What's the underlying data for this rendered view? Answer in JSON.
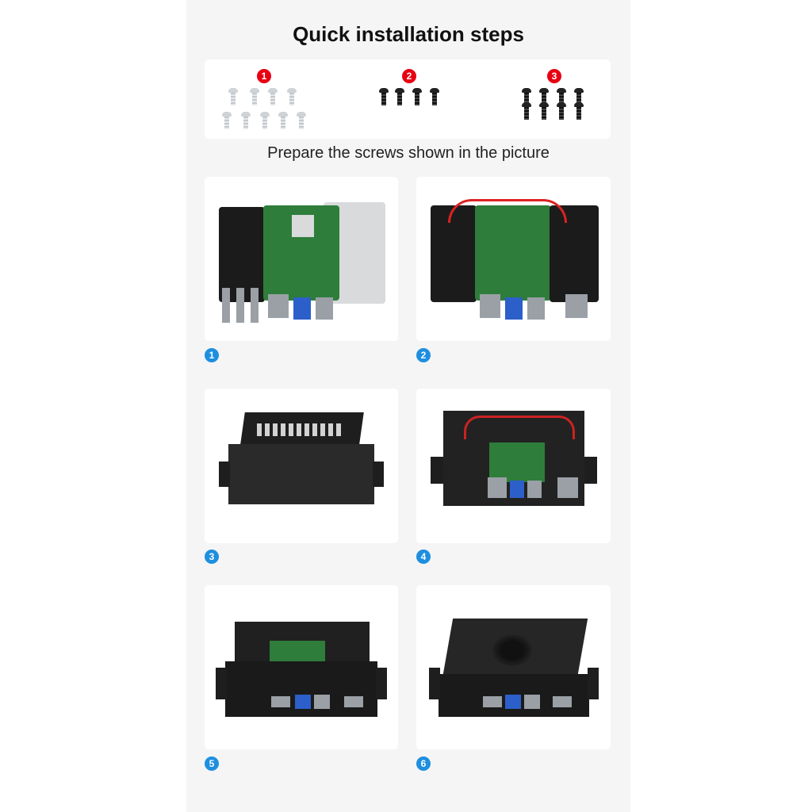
{
  "title": "Quick installation steps",
  "screw_groups": [
    {
      "label": "1",
      "count": 9,
      "color": "silver"
    },
    {
      "label": "2",
      "count": 4,
      "color": "black"
    },
    {
      "label": "3",
      "count": 8,
      "color": "black"
    }
  ],
  "caption": "Prepare the screws shown in the picture",
  "steps": [
    {
      "label": "1"
    },
    {
      "label": "2"
    },
    {
      "label": "3"
    },
    {
      "label": "4"
    },
    {
      "label": "5"
    },
    {
      "label": "6"
    }
  ],
  "colors": {
    "red_badge": "#e60012",
    "blue_badge": "#1e8fe0",
    "background": "#f5f5f5"
  }
}
